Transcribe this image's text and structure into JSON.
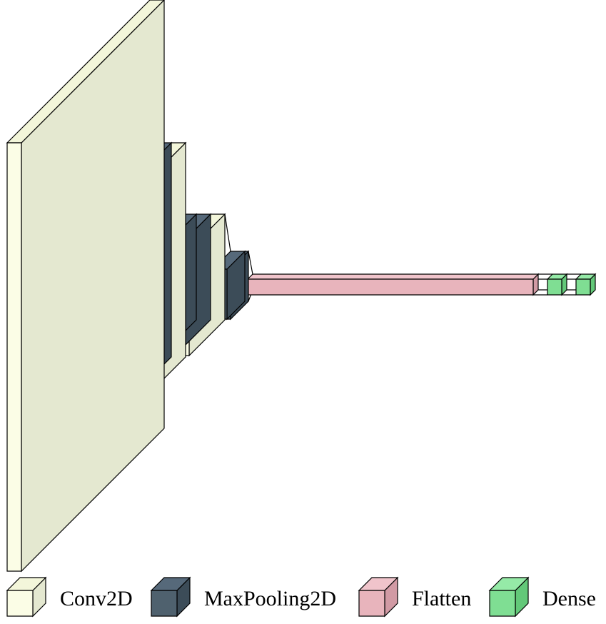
{
  "diagram": {
    "type": "neural-network-layered-view",
    "colors": {
      "Conv2D": {
        "front": "#fbfde6",
        "side": "#e4e8d0",
        "top": "#f3f6da"
      },
      "MaxPooling2D": {
        "front": "#4f616e",
        "side": "#3c4c58",
        "top": "#56697a"
      },
      "Flatten": {
        "front": "#e8b4bc",
        "side": "#d19aa4",
        "top": "#f0c4cb"
      },
      "Dense": {
        "front": "#7fde93",
        "side": "#63c879",
        "top": "#95eaa7"
      }
    },
    "layers": [
      {
        "type": "Conv2D"
      },
      {
        "type": "MaxPooling2D"
      },
      {
        "type": "MaxPooling2D"
      },
      {
        "type": "Conv2D"
      },
      {
        "type": "MaxPooling2D"
      },
      {
        "type": "MaxPooling2D"
      },
      {
        "type": "Conv2D"
      },
      {
        "type": "MaxPooling2D"
      },
      {
        "type": "MaxPooling2D"
      },
      {
        "type": "Flatten"
      },
      {
        "type": "Dense"
      },
      {
        "type": "Dense"
      }
    ],
    "legend": [
      {
        "label": "Conv2D",
        "type": "Conv2D"
      },
      {
        "label": "MaxPooling2D",
        "type": "MaxPooling2D"
      },
      {
        "label": "Flatten",
        "type": "Flatten"
      },
      {
        "label": "Dense",
        "type": "Dense"
      }
    ]
  }
}
